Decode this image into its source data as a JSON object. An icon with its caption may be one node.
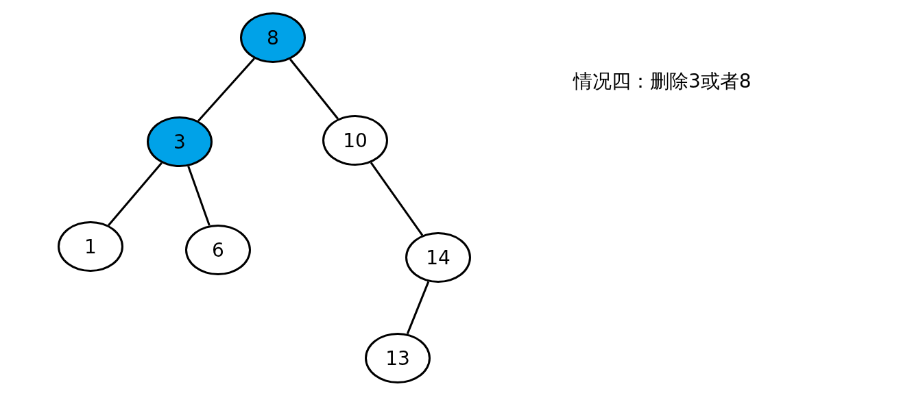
{
  "diagram": {
    "nodes": [
      {
        "text": [
          "8"
        ]
      },
      {
        "text": [
          "3"
        ]
      },
      {
        "text": [
          "10"
        ]
      },
      {
        "text": [
          "1"
        ]
      },
      {
        "text": [
          "6"
        ]
      },
      {
        "text": [
          "14"
        ]
      },
      {
        "text": [
          "13"
        ]
      }
    ],
    "edges": [
      {
        "from": 0,
        "to": 1,
        "arrow": "none"
      },
      {
        "from": 0,
        "to": 2,
        "arrow": "none"
      },
      {
        "from": 1,
        "to": 3,
        "arrow": "none"
      },
      {
        "from": 1,
        "to": 4,
        "arrow": "none"
      },
      {
        "from": 2,
        "to": 5,
        "arrow": "none"
      },
      {
        "from": 5,
        "to": 6,
        "arrow": "none"
      }
    ],
    "labels": [
      "情况四：删除3或者8"
    ]
  }
}
